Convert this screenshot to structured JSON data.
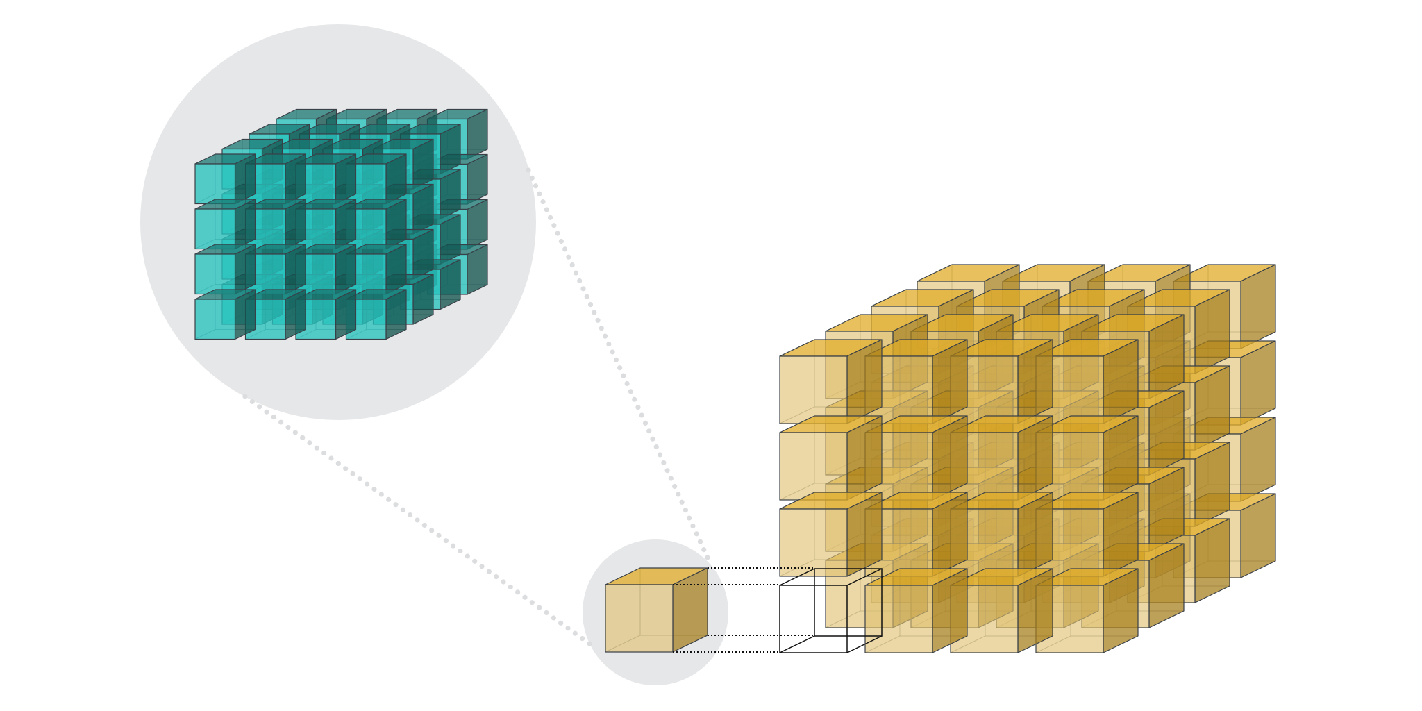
{
  "colors": {
    "background": "#ffffff",
    "magnifier_circle": "#e6e7e8",
    "guide_dots": "#dcdddf",
    "edge": "#3a4048",
    "teal_front": "rgba(40,195,190,0.78)",
    "teal_top": "rgba(25,120,115,0.75)",
    "teal_side": "rgba(20,85,80,0.78)",
    "gold_front": "rgba(222,192,112,0.62)",
    "gold_top": "rgba(224,172,40,0.75)",
    "gold_side": "rgba(165,125,25,0.72)"
  },
  "teal_lattice": {
    "columns": 4,
    "rows": 4,
    "layers": 4
  },
  "gold_lattice": {
    "columns": 4,
    "rows": 4,
    "layers": 4,
    "extracted_cell": {
      "layer": 0,
      "column": 0,
      "row": 3
    }
  }
}
